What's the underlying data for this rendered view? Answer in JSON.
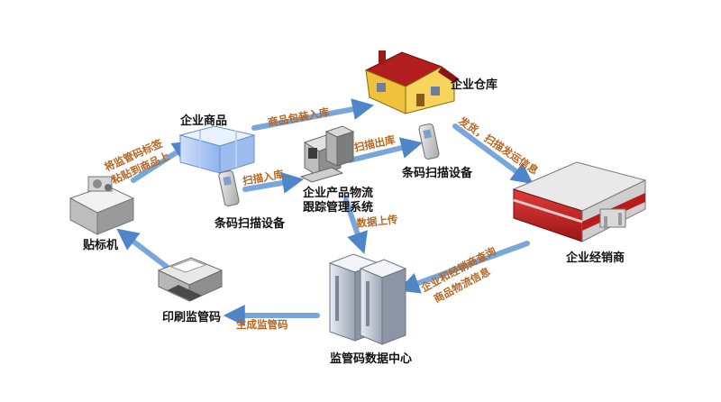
{
  "colors": {
    "arrow": "#6f9fd6",
    "arrow_dark": "#3e73b8",
    "edge_text": "#b8651f",
    "label_band": "#f4c542",
    "node_text": "#111111"
  },
  "nodes": {
    "labeler": "贴标机",
    "product": "企业商品",
    "scanner_left": "条码扫描设备",
    "tracking_system_line1": "企业产品物流",
    "tracking_system_line2": "跟踪管理系统",
    "scanner_right": "条码扫描设备",
    "warehouse": "企业仓库",
    "distributor": "企业经销商",
    "data_center": "监管码数据中心",
    "printer": "印刷监管码"
  },
  "edges": {
    "labeler_to_product_line1": "将监管码标签",
    "labeler_to_product_line2": "粘贴到商品上",
    "product_to_warehouse": "商品包装入库",
    "scan_in": "扫描入库",
    "scan_out": "扫描出库",
    "upload": "数据上传",
    "ship_line1": "发货，扫描发运信息",
    "query_line1": "企业和经销商查询",
    "query_line2": "商品物流信息",
    "generate": "生成监管码"
  }
}
